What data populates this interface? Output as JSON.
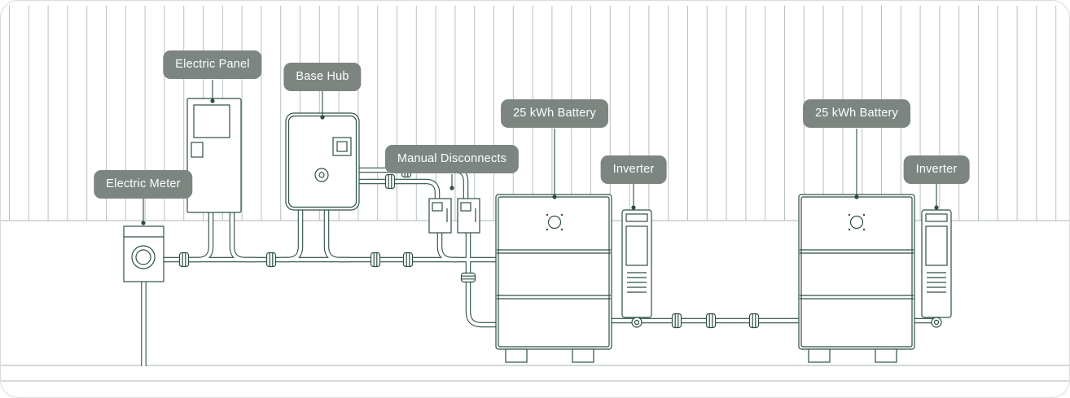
{
  "diagram": {
    "labels": [
      {
        "id": "electric-panel",
        "text": "Electric Panel"
      },
      {
        "id": "base-hub",
        "text": "Base Hub"
      },
      {
        "id": "electric-meter",
        "text": "Electric Meter"
      },
      {
        "id": "manual-disconnects",
        "text": "Manual Disconnects"
      },
      {
        "id": "battery-1",
        "text": "25 kWh Battery"
      },
      {
        "id": "inverter-1",
        "text": "Inverter"
      },
      {
        "id": "battery-2",
        "text": "25 kWh Battery"
      },
      {
        "id": "inverter-2",
        "text": "Inverter"
      }
    ],
    "colors": {
      "line": "#2c4f43",
      "wall": "#b7c1bc",
      "ground": "#a9b6b0",
      "label_bg": "#7d8581",
      "label_text": "#ffffff",
      "bg": "#ffffff",
      "border": "#d8dbd9"
    }
  }
}
